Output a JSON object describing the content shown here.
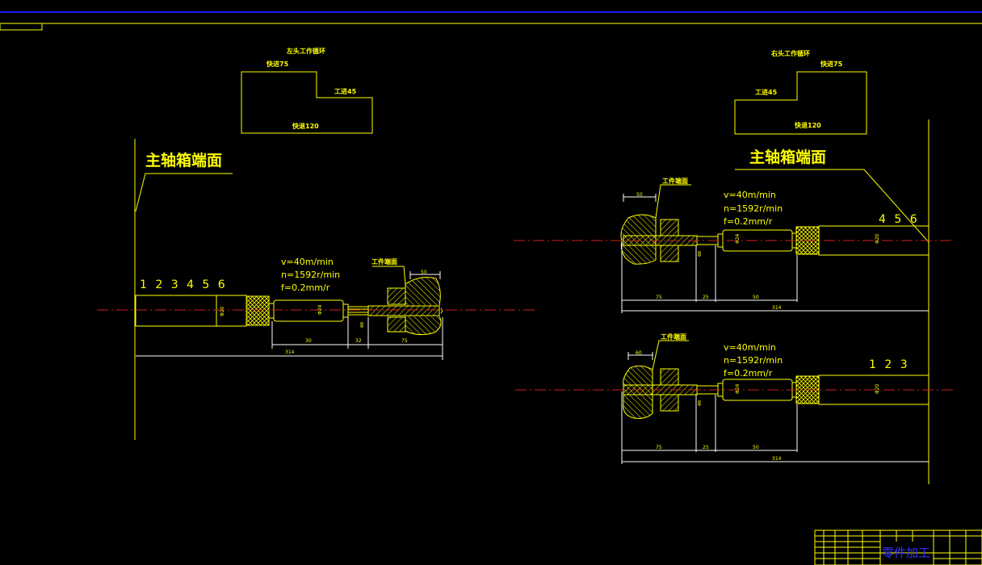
{
  "drawing": {
    "colors": {
      "background": "#000000",
      "line": "#ffff00",
      "center_line": "#cc2020",
      "dimension": "#ffffff",
      "frame_top": "#1a1aff",
      "title_text": "#3333ff"
    },
    "left_cycle": {
      "title": "左头工作循环",
      "fast_in": "快进75",
      "work_in": "工进45",
      "fast_back": "快退120"
    },
    "right_cycle": {
      "title": "右头工作循环",
      "fast_in": "快进75",
      "work_in": "工进45",
      "fast_back": "快退120"
    },
    "spindle_label_left": "主轴箱端面",
    "spindle_label_right": "主轴箱端面",
    "workpiece_label": "工件端面",
    "cutting_params": {
      "v": "v=40m/min",
      "n": "n=1592r/min",
      "f": "f=0.2mm/r"
    },
    "spindle_numbers": {
      "left": "1 2 3 4 5 6",
      "right_top": "4 5 6",
      "right_bottom": "1 2 3"
    },
    "left_dims": {
      "d1": "30",
      "d2": "32",
      "d3": "75",
      "total": "314",
      "top": "50",
      "dia1": "Φ20",
      "dia2": "Φ24",
      "dia3": "Φ8"
    },
    "right_top_dims": {
      "d1": "75",
      "d2": "25",
      "d3": "50",
      "total": "314",
      "top": "50",
      "dia1": "Φ20",
      "dia2": "Φ24",
      "dia3": "Φ8"
    },
    "right_bottom_dims": {
      "d1": "75",
      "d2": "25",
      "d3": "50",
      "total": "314",
      "top": "60",
      "dia1": "Φ20",
      "dia2": "Φ24",
      "dia3": "Φ8"
    },
    "title_block": {
      "name": "零件加工"
    }
  }
}
